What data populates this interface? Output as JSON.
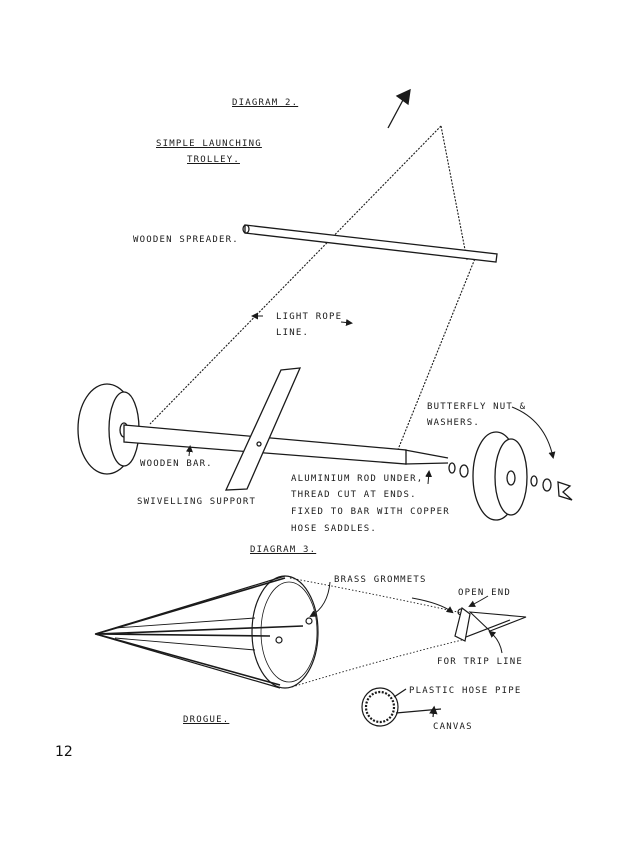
{
  "diagram2": {
    "title": "DIAGRAM 2.",
    "subtitle_line1": "SIMPLE LAUNCHING",
    "subtitle_line2": "TROLLEY.",
    "wooden_spreader": "WOODEN SPREADER.",
    "light_rope_line1": "LIGHT ROPE",
    "light_rope_line2": "LINE.",
    "butterfly_line1": "BUTTERFLY NUT &",
    "butterfly_line2": "WASHERS.",
    "wooden_bar": "WOODEN BAR.",
    "swivelling_support": "SWIVELLING SUPPORT",
    "aluminium_line1": "ALUMINIUM ROD UNDER,",
    "aluminium_line2": "THREAD CUT AT ENDS.",
    "aluminium_line3": "FIXED TO BAR WITH COPPER",
    "aluminium_line4": "HOSE SADDLES."
  },
  "diagram3": {
    "title": "DIAGRAM 3.",
    "brass_grommets": "BRASS GROMMETS",
    "open_end": "OPEN END",
    "for_trip_line": "FOR TRIP LINE",
    "plastic_hose_pipe": "PLASTIC HOSE PIPE",
    "canvas": "CANVAS",
    "drogue": "DROGUE."
  },
  "page_number": "12"
}
